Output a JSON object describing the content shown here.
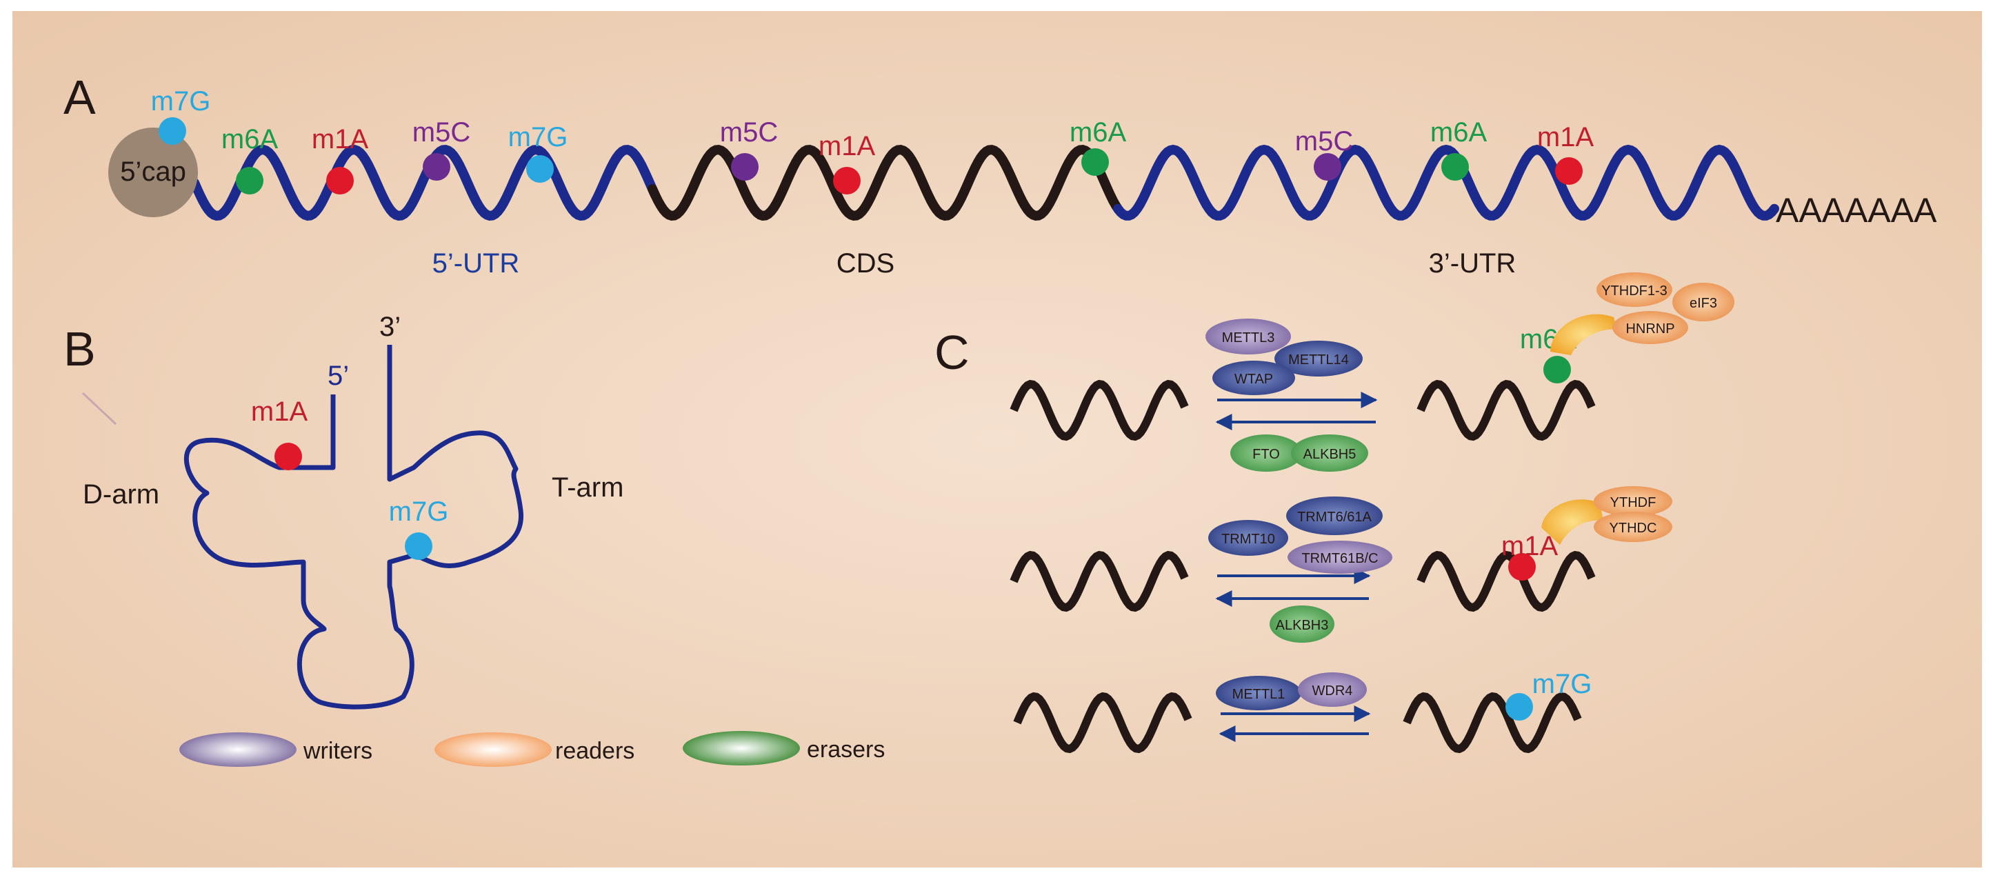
{
  "panel_labels": {
    "a": "A",
    "b": "B",
    "c": "C"
  },
  "colors": {
    "background_outer": "#f4ddc9",
    "background_inner": "#e9c7a9",
    "utr_strand": "#1b2a8c",
    "cds_strand": "#231815",
    "m7G": "#29a8e0",
    "m6A": "#1a9a4b",
    "m1A": "#e0192a",
    "m5C": "#6a2c8f",
    "cap": "#9b8573",
    "writers": "#8a79a8",
    "readers": "#f3a66a",
    "erasers": "#4f9a45",
    "reader_yellow": "#f8b51c",
    "arrow": "#1b3c8c"
  },
  "panel_a": {
    "cap_label": "5’cap",
    "polyA": "AAAAAAA",
    "region_5utr": "5’-UTR",
    "region_cds": "CDS",
    "region_3utr": "3’-UTR",
    "marks": [
      "m7G",
      "m6A",
      "m1A",
      "m5C",
      "m7G",
      "m5C",
      "m1A",
      "m6A",
      "m5C",
      "m6A",
      "m1A"
    ]
  },
  "panel_b": {
    "end_5": "5’",
    "end_3": "3’",
    "d_arm": "D-arm",
    "t_arm": "T-arm",
    "mark_m1A": "m1A",
    "mark_m7G": "m7G"
  },
  "legend": {
    "writers": "writers",
    "readers": "readers",
    "erasers": "erasers"
  },
  "panel_c": {
    "row1": {
      "writers": [
        "METTL3",
        "METTL14",
        "WTAP"
      ],
      "erasers": [
        "FTO",
        "ALKBH5"
      ],
      "mark": "m6A",
      "readers": [
        "YTHDF1-3",
        "eIF3",
        "HNRNP"
      ]
    },
    "row2": {
      "writers": [
        "TRMT6/61A",
        "TRMT10",
        "TRMT61B/C"
      ],
      "erasers": [
        "ALKBH3"
      ],
      "mark": "m1A",
      "readers": [
        "YTHDF",
        "YTHDC"
      ]
    },
    "row3": {
      "writers": [
        "METTL1",
        "WDR4"
      ],
      "mark": "m7G"
    }
  }
}
